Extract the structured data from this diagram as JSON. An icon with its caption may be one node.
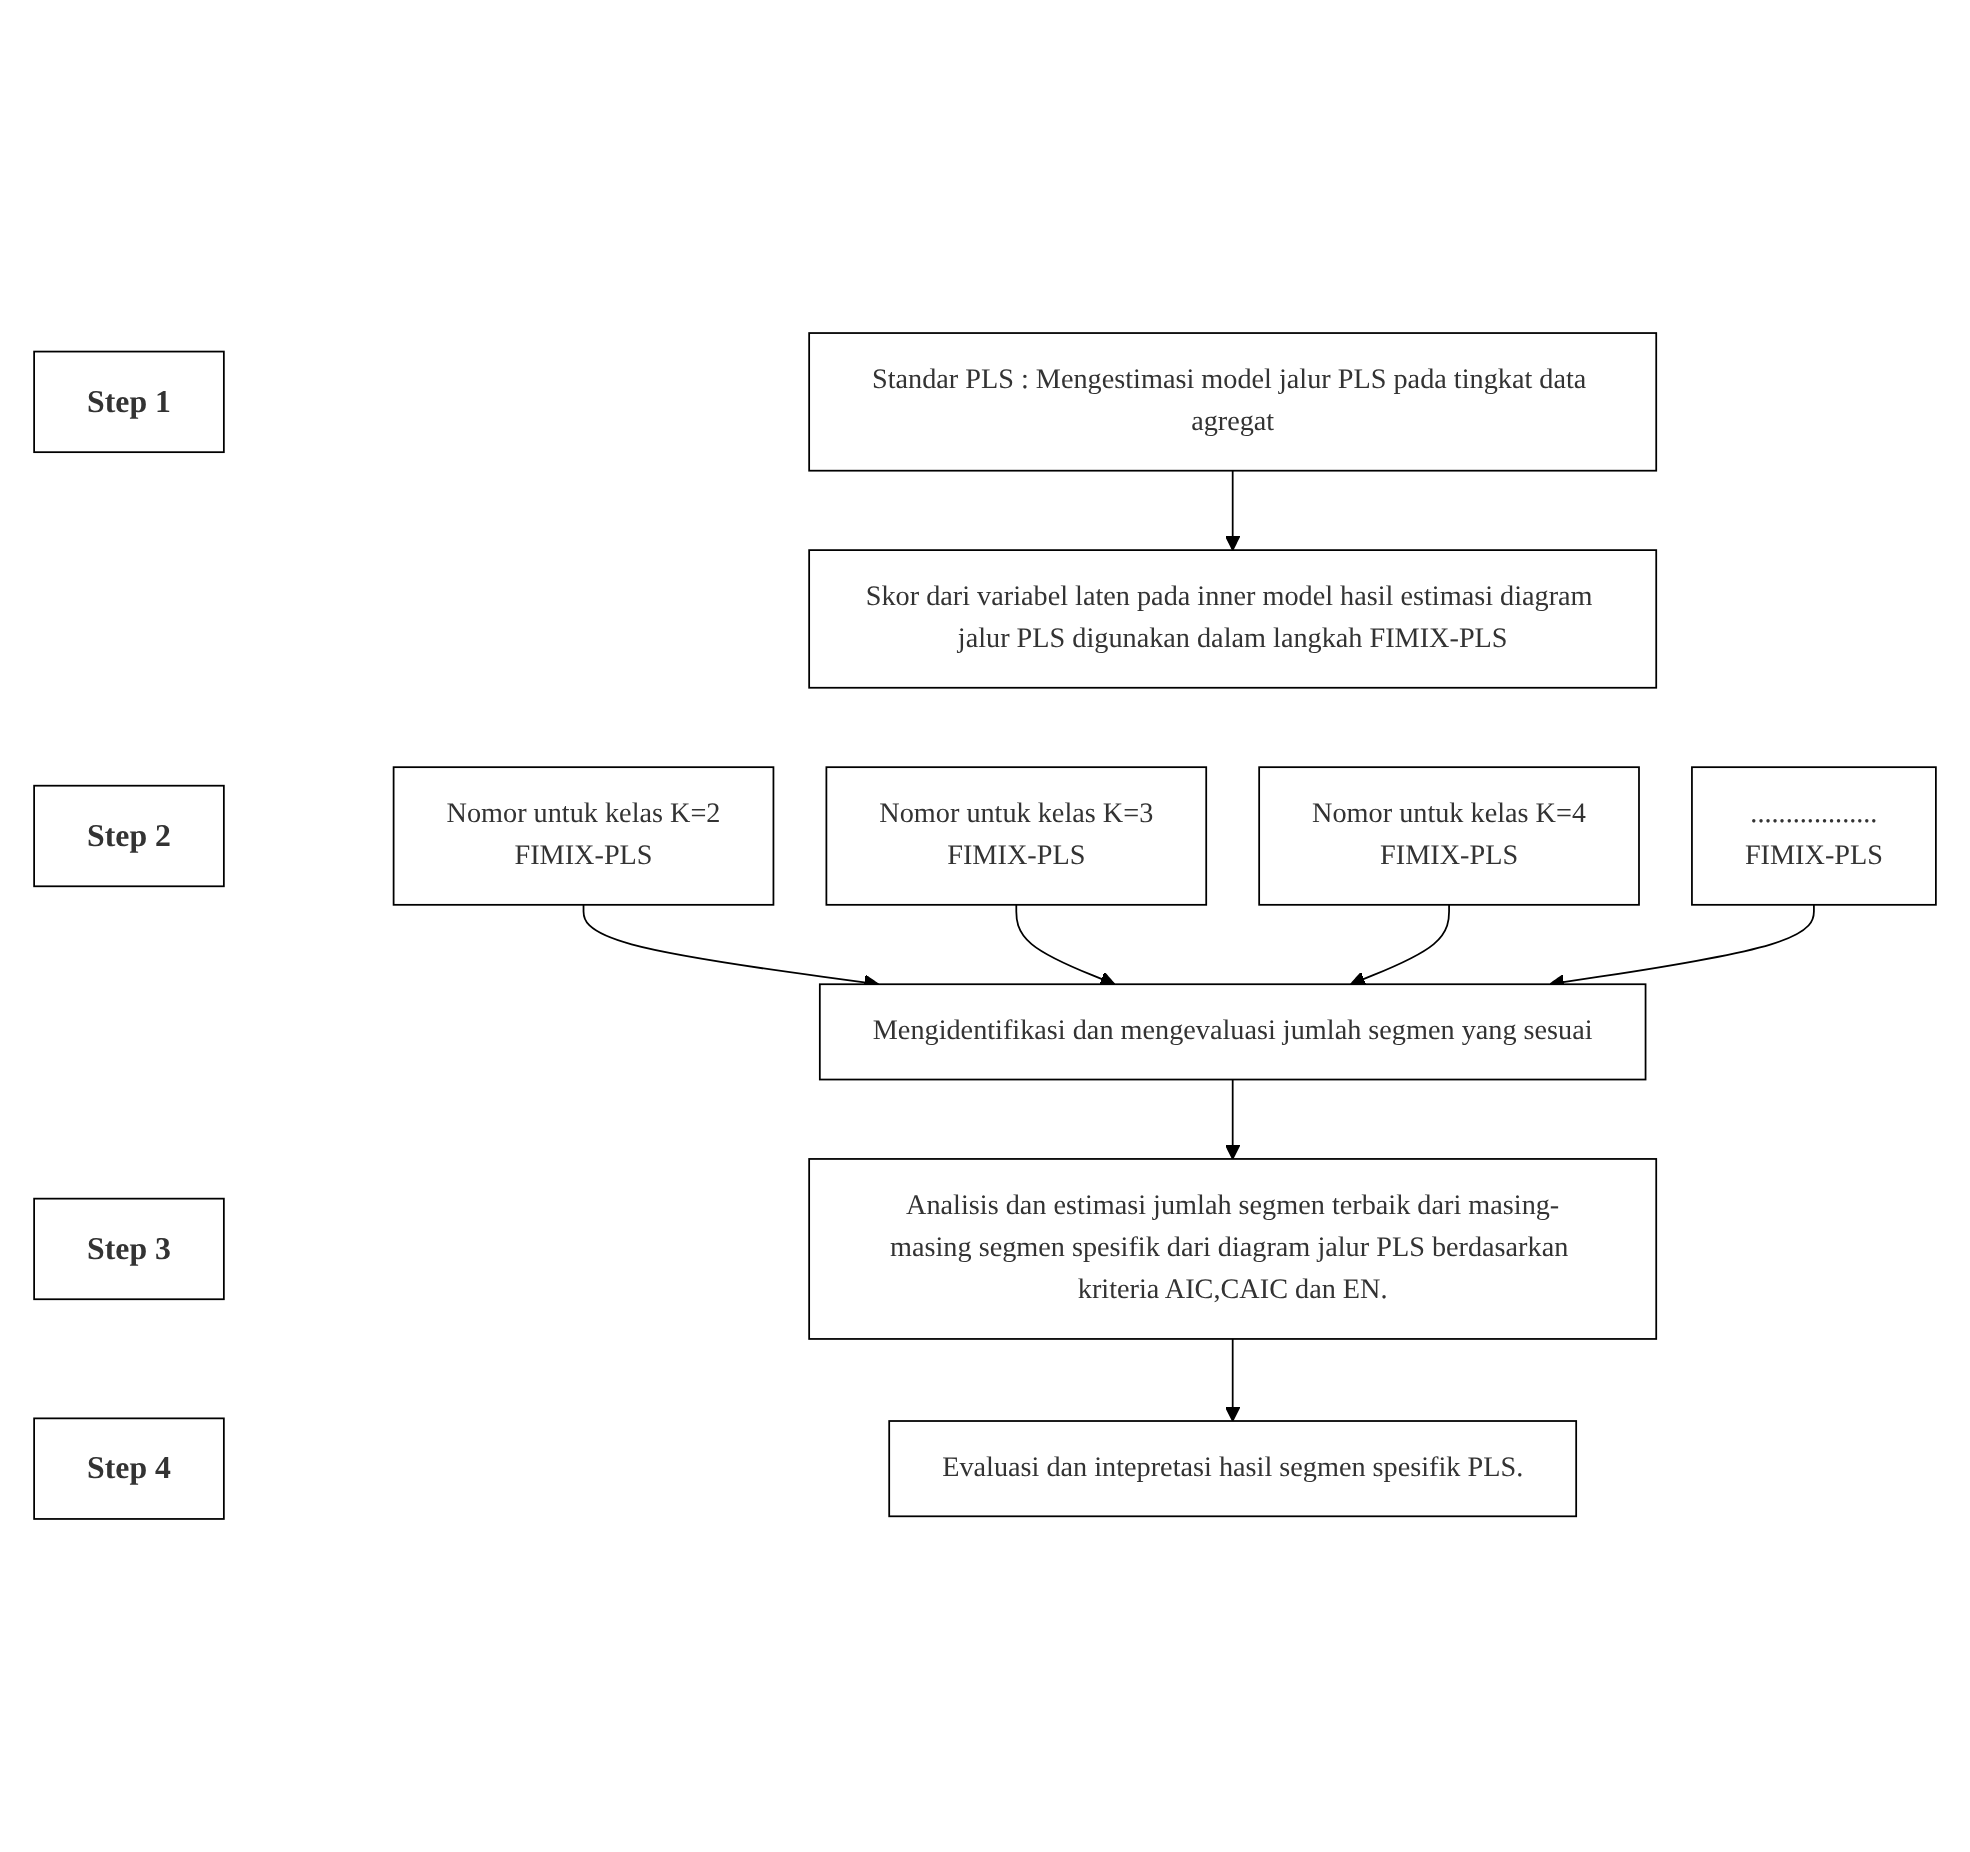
{
  "diagram": {
    "nodes": [
      {
        "text": [
          "Step 1"
        ]
      },
      {
        "text": [
          "Standar PLS : Mengestimasi model jalur PLS pada tingkat data agregat"
        ]
      },
      {
        "text": [
          "Step 2"
        ]
      },
      {
        "text": [
          "Skor dari variabel laten pada inner model hasil estimasi diagram jalur PLS digunakan dalam langkah FIMIX-PLS"
        ]
      },
      {
        "text": [
          "Nomor untuk kelas K=2",
          "FIMIX-PLS"
        ]
      },
      {
        "text": [
          "Nomor untuk kelas K=3",
          "FIMIX-PLS"
        ]
      },
      {
        "text": [
          "Nomor untuk kelas K=4",
          "FIMIX-PLS"
        ]
      },
      {
        "text": [
          "..................",
          "FIMIX-PLS"
        ]
      },
      {
        "text": [
          "Mengidentifikasi dan mengevaluasi jumlah segmen yang sesuai"
        ]
      },
      {
        "text": [
          "Step 3"
        ]
      },
      {
        "text": [
          "Analisis dan estimasi jumlah segmen terbaik dari masing-masing segmen spesifik dari diagram jalur PLS berdasarkan kriteria AIC,CAIC dan EN."
        ]
      },
      {
        "text": [
          "Step 4"
        ]
      },
      {
        "text": [
          "Evaluasi dan intepretasi hasil segmen spesifik PLS."
        ]
      }
    ],
    "edges": [
      {
        "from": 1,
        "to": 3,
        "arrow": "to"
      },
      {
        "from": 4,
        "to": 8,
        "arrow": "to"
      },
      {
        "from": 5,
        "to": 8,
        "arrow": "to"
      },
      {
        "from": 6,
        "to": 8,
        "arrow": "to"
      },
      {
        "from": 7,
        "to": 8,
        "arrow": "to"
      },
      {
        "from": 8,
        "to": 10,
        "arrow": "to"
      },
      {
        "from": 10,
        "to": 12,
        "arrow": "to"
      }
    ]
  }
}
